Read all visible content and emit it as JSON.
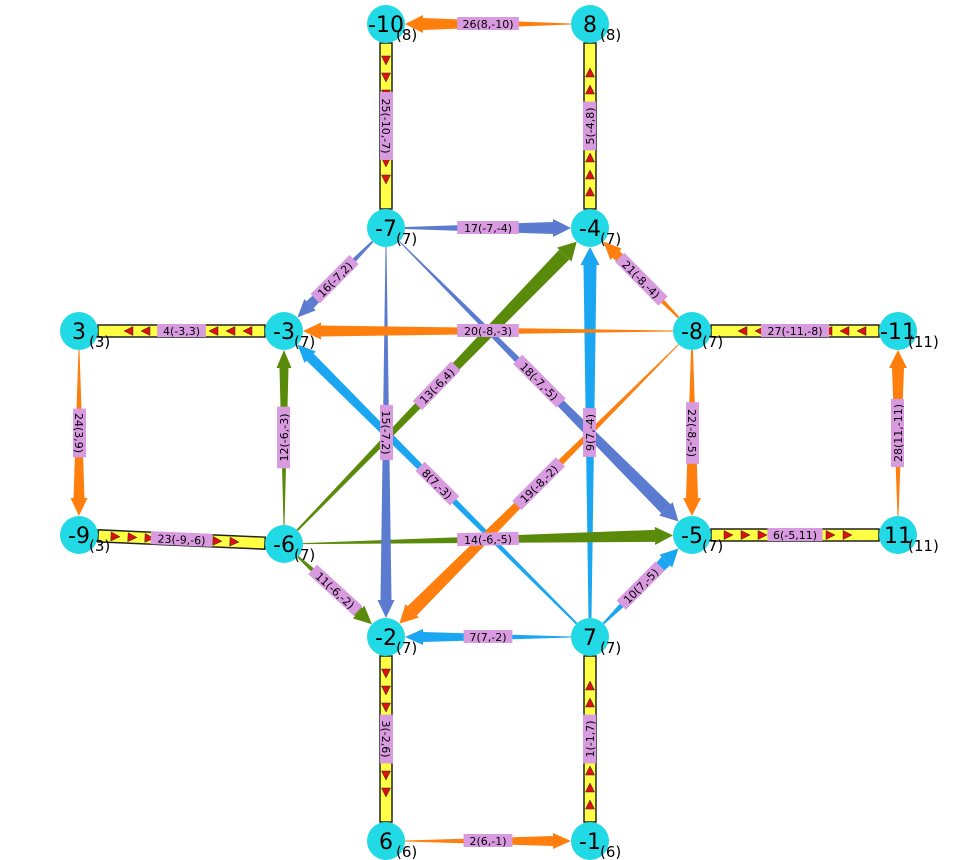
{
  "colors": {
    "node": "#22d9e6",
    "label_bg": "#d99be0",
    "orange": "#ff7f0e",
    "green": "#5a8a0a",
    "blue": "#5b7bd0",
    "cyan": "#1aa6f0",
    "ladder_fill": "#ffff44",
    "ladder_arrow": "#dd1111"
  },
  "nodes": [
    {
      "id": "n-10",
      "label": "-10",
      "sub": "(8)"
    },
    {
      "id": "n8",
      "label": "8",
      "sub": "(8)"
    },
    {
      "id": "n-7",
      "label": "-7",
      "sub": "(7)"
    },
    {
      "id": "n-4",
      "label": "-4",
      "sub": "(7)"
    },
    {
      "id": "n3",
      "label": "3",
      "sub": "(3)"
    },
    {
      "id": "n-3",
      "label": "-3",
      "sub": "(7)"
    },
    {
      "id": "n-8",
      "label": "-8",
      "sub": "(7)"
    },
    {
      "id": "n-11",
      "label": "-11",
      "sub": "(11)"
    },
    {
      "id": "n-9",
      "label": "-9",
      "sub": "(3)"
    },
    {
      "id": "n-6",
      "label": "-6",
      "sub": "(7)"
    },
    {
      "id": "n-5",
      "label": "-5",
      "sub": "(7)"
    },
    {
      "id": "n11",
      "label": "11",
      "sub": "(11)"
    },
    {
      "id": "n-2",
      "label": "-2",
      "sub": "(7)"
    },
    {
      "id": "n7",
      "label": "7",
      "sub": "(7)"
    },
    {
      "id": "n6",
      "label": "6",
      "sub": "(6)"
    },
    {
      "id": "n-1",
      "label": "-1",
      "sub": "(6)"
    }
  ],
  "edges": [
    {
      "label": "1(-1,7)",
      "from": "n-1",
      "to": "n7",
      "style": "ladder"
    },
    {
      "label": "2(6,-1)",
      "from": "n6",
      "to": "n-1",
      "style": "orange"
    },
    {
      "label": "3(-2,6)",
      "from": "n-2",
      "to": "n6",
      "style": "ladder"
    },
    {
      "label": "4(-3,3)",
      "from": "n-3",
      "to": "n3",
      "style": "ladder"
    },
    {
      "label": "5(-4,8)",
      "from": "n-4",
      "to": "n8",
      "style": "ladder"
    },
    {
      "label": "6(-5,11)",
      "from": "n-5",
      "to": "n11",
      "style": "ladder"
    },
    {
      "label": "7(7,-2)",
      "from": "n7",
      "to": "n-2",
      "style": "cyan"
    },
    {
      "label": "8(7,-3)",
      "from": "n7",
      "to": "n-3",
      "style": "cyan"
    },
    {
      "label": "9(7,-4)",
      "from": "n7",
      "to": "n-4",
      "style": "cyan"
    },
    {
      "label": "10(7,-5)",
      "from": "n7",
      "to": "n-5",
      "style": "cyan"
    },
    {
      "label": "11(-6,-2)",
      "from": "n-6",
      "to": "n-2",
      "style": "green"
    },
    {
      "label": "12(-6,-3)",
      "from": "n-6",
      "to": "n-3",
      "style": "green"
    },
    {
      "label": "13(-6,4)",
      "from": "n-6",
      "to": "n-4",
      "style": "green"
    },
    {
      "label": "14(-6,-5)",
      "from": "n-6",
      "to": "n-5",
      "style": "green"
    },
    {
      "label": "15(-7,2)",
      "from": "n-7",
      "to": "n-2",
      "style": "blue"
    },
    {
      "label": "16(-7,2)",
      "from": "n-7",
      "to": "n-3",
      "style": "blue"
    },
    {
      "label": "17(-7,-4)",
      "from": "n-7",
      "to": "n-4",
      "style": "blue"
    },
    {
      "label": "18(-7,-5)",
      "from": "n-7",
      "to": "n-5",
      "style": "blue"
    },
    {
      "label": "19(-8,-2)",
      "from": "n-8",
      "to": "n-2",
      "style": "orange"
    },
    {
      "label": "20(-8,-3)",
      "from": "n-8",
      "to": "n-3",
      "style": "orange"
    },
    {
      "label": "21(-8,-4)",
      "from": "n-8",
      "to": "n-4",
      "style": "orange"
    },
    {
      "label": "22(-8,-5)",
      "from": "n-8",
      "to": "n-5",
      "style": "orange"
    },
    {
      "label": "23(-9,-6)",
      "from": "n-9",
      "to": "n-6",
      "style": "ladder"
    },
    {
      "label": "24(3,9)",
      "from": "n3",
      "to": "n-9",
      "style": "orange"
    },
    {
      "label": "25(-10,-7)",
      "from": "n-10",
      "to": "n-7",
      "style": "ladder"
    },
    {
      "label": "26(8,-10)",
      "from": "n8",
      "to": "n-10",
      "style": "orange"
    },
    {
      "label": "27(-11,-8)",
      "from": "n-11",
      "to": "n-8",
      "style": "ladder"
    },
    {
      "label": "28(11,-11)",
      "from": "n11",
      "to": "n-11",
      "style": "orange"
    }
  ]
}
